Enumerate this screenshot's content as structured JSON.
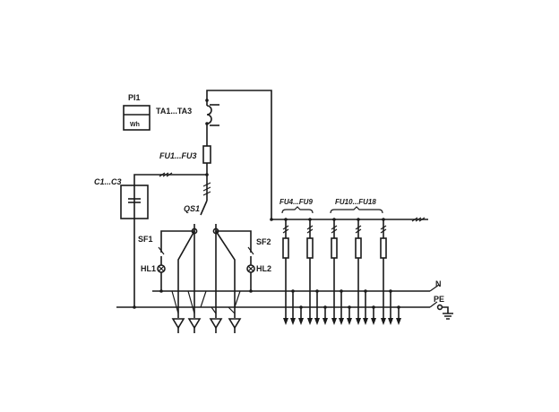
{
  "diagram": {
    "meter": {
      "label": "PI1",
      "unit": "Wh"
    },
    "current_transformers": "TA1...TA3",
    "main_fuses": "FU1...FU3",
    "capacitors": "C1...C3",
    "main_switch": "QS1",
    "switch_1": "SF1",
    "switch_2": "SF2",
    "lamp_1": "HL1",
    "lamp_2": "HL2",
    "fuse_group_1": "FU4...FU9",
    "fuse_group_2": "FU10...FU18",
    "neutral": "N",
    "protective_earth": "PE"
  }
}
